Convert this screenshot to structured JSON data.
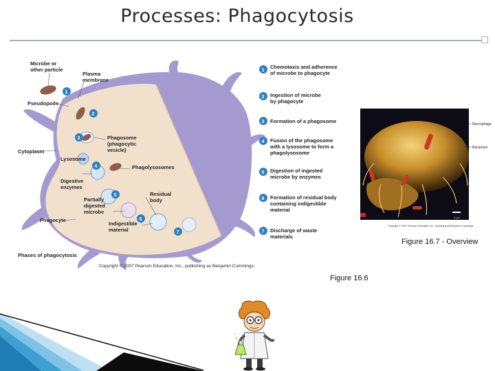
{
  "slide": {
    "title": "Processes:  Phagocytosis",
    "caption_overview": "Figure 16.7 - Overview",
    "caption_figure": "Figure 16.6"
  },
  "figure": {
    "labels": {
      "microbe": [
        "Microbe or",
        "other particle"
      ],
      "plasma": [
        "Plasma",
        "membrane"
      ],
      "pseudopods": "Pseudopods",
      "cytoplasm": "Cytoplasm",
      "lysosome": "Lysosome",
      "phagosome": [
        "Phagosome",
        "(phagocytic",
        "vesicle)"
      ],
      "phagolysosomes": "Phagolysosomes",
      "digestive": [
        "Digestive",
        "enzymes"
      ],
      "residual": [
        "Residual",
        "body"
      ],
      "partially": [
        "Partially",
        "digested",
        "microbe"
      ],
      "indigestible": [
        "Indigestible",
        "material"
      ],
      "phagocyte": "Phagocyte",
      "phases": "Phases of phagocytosis",
      "copyright": "Copyright © 2007 Pearson Education, Inc., publishing as Benjamin Cummings."
    },
    "steps": [
      {
        "num": "1",
        "lines": [
          "Chemotaxis and adherence",
          "of microbe to phagocyte"
        ]
      },
      {
        "num": "2",
        "lines": [
          "Ingestion of microbe",
          "by phagocyte"
        ]
      },
      {
        "num": "3",
        "lines": [
          "Formation of a phagosome"
        ]
      },
      {
        "num": "4",
        "lines": [
          "Fusion of the phagosome",
          "with a lysosome to form a",
          "phagolysosome"
        ]
      },
      {
        "num": "5",
        "lines": [
          "Digestion of ingested",
          "microbe by enzymes"
        ]
      },
      {
        "num": "6",
        "lines": [
          "Formation of residual body",
          "containing indigestible",
          "material"
        ]
      },
      {
        "num": "7",
        "lines": [
          "Discharge of waste",
          "materials"
        ]
      }
    ],
    "colors": {
      "cell": "#a59ad0",
      "cytoplasm": "#f0e0cc",
      "badge": "#2f7fc1",
      "microbe": "#8d5f4a"
    }
  },
  "micrograph": {
    "labels": {
      "macrophage": "Macrophage",
      "bacterium": "Bacterium",
      "scale": "3 μm"
    },
    "credit": "Copyright © 2007 Pearson Education, Inc., publishing as Benjamin Cummings."
  },
  "decor": {
    "scientist": "cartoon scientist holding flask",
    "corner": "blue diagonal stripes"
  }
}
